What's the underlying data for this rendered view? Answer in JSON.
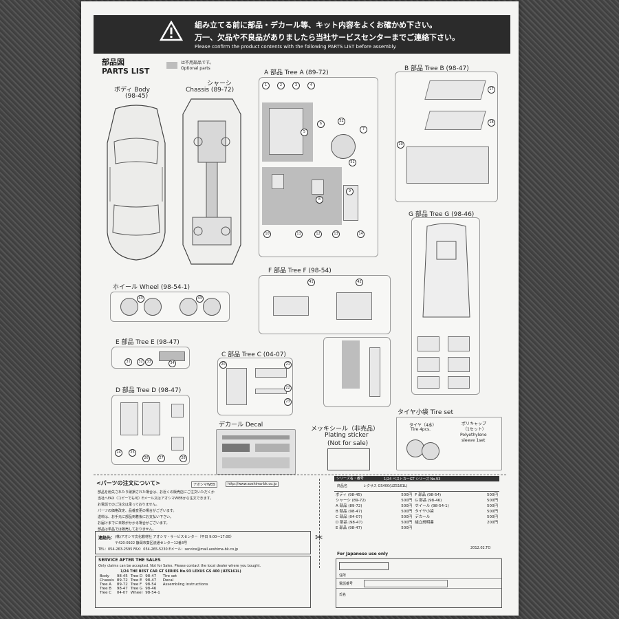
{
  "banner": {
    "line1": "組み立てる前に部品・デカール等、キット内容をよくお確かめ下さい。",
    "line2": "万一、欠品や不良品がありましたら当社サービスセンターまでご連絡下さい。",
    "line3": "Please confirm the product contents with the following PARTS LIST before assembly."
  },
  "parts_list": {
    "jp": "部品図",
    "en": "PARTS LIST",
    "optional_jp": "は不用部品です。",
    "optional_en": "Optional parts"
  },
  "body": {
    "jp": "ボディ Body",
    "code": "(98-45)"
  },
  "chassis": {
    "jp": "シャーシ",
    "en": "Chassis (89-72)"
  },
  "tree_a": {
    "label": "A 部品 Tree A  (89-72)",
    "numbers": [
      "1",
      "2",
      "3",
      "4",
      "5",
      "6",
      "7",
      "8",
      "9",
      "10",
      "11",
      "12",
      "13",
      "14",
      "52",
      "51"
    ]
  },
  "tree_b": {
    "label": "B 部品 Tree B  (98-47)",
    "numbers": [
      "17",
      "18",
      "19"
    ]
  },
  "wheel": {
    "label": "ホイール Wheel  (98-54-1)",
    "numbers": [
      "43",
      "43"
    ]
  },
  "tree_f": {
    "label": "F 部品 Tree F  (98-54)",
    "numbers": [
      "41",
      "42"
    ]
  },
  "tree_g": {
    "label": "G 部品 Tree G  (98-46)"
  },
  "tree_e": {
    "label": "E 部品 Tree E  (98-47)",
    "numbers": [
      "31",
      "32",
      "33",
      "34"
    ]
  },
  "tree_c": {
    "label": "C 部品 Tree C  (04-07)",
    "numbers": [
      "20",
      "21",
      "22",
      "23"
    ]
  },
  "tree_d": {
    "label": "D 部品 Tree D  (98-47)",
    "numbers": [
      "24",
      "25",
      "26",
      "27",
      "28"
    ]
  },
  "decal": {
    "label": "デカール Decal"
  },
  "sticker": {
    "jp": "メッキシール（非売品）",
    "en": "Plating sticker",
    "note": "(Not for sale)"
  },
  "tire_set": {
    "label": "タイヤ小袋  Tire set",
    "tire_jp": "タイヤ（4本）",
    "tire_en": "Tire 4pcs.",
    "cap_jp": "ポリキャップ",
    "cap_jp2": "（1セット）",
    "cap_en": "Polyethylene",
    "cap_en2": "sleeve 1set"
  },
  "order": {
    "heading": "<パーツの注文について>",
    "web_label": "アオシマWEB",
    "web": "http://www.aoshima-bk.co.jp",
    "lines": [
      "部品を紛失されたり破損された場合は、お近くの販売店にご注文いただくか",
      "当社へFAX（コピーでも可）Eメール又はアオシマWEBから注文できます。",
      "お電話でのご注文は承っておりません。",
      "パーツの価格改定、品番変更の場合がございます。",
      "送料は、お手元に部品到着後にお支払い下さい。",
      "お届けまでに日数がかかる場合がございます。",
      "部品は単品では販売しておりません。"
    ],
    "contact_label": "連絡先：",
    "company": "(株)アオシマ文化教材社 アオシマ・サービスセンター（平日 9:00〜17:00）",
    "postal": "〒420-0922  静岡市葵区流通センター12番3号",
    "tel": "TEL：054-263-2595  FAX：054-265-5230  Eメール：service@mail.aoshima-bk.co.jp"
  },
  "service": {
    "heading": "SERVICE AFTER THE SALES",
    "note": "Only claims can be accepted. Not for Sales. Please contact the local dealer where you bought.",
    "title": "1/24 THE BEST CAR GT SERIES No.93 LEXUS GS 400 (UZS161L)",
    "rows": [
      [
        "Body",
        "98-45",
        "Tree D",
        "98-47",
        "Tire set"
      ],
      [
        "Chassis",
        "89-72",
        "Tree E",
        "98-47",
        "Decal"
      ],
      [
        "Tree A",
        "89-72",
        "Tree F",
        "98-54",
        "Assembling instructions"
      ],
      [
        "Tree B",
        "98-47",
        "Tree G",
        "98-46",
        ""
      ],
      [
        "Tree C",
        "04-07",
        "Wheel",
        "98-54-1",
        ""
      ]
    ]
  },
  "price": {
    "series_label": "シリーズ名・番号",
    "series_value": "1/24 ベストカーGT シリーズ No.93",
    "product_label": "商品名",
    "product_value": "レクサス GS400(UZS161L)",
    "left": [
      [
        "ボディ (98-45)",
        "500円"
      ],
      [
        "シャーシ (89-72)",
        "500円"
      ],
      [
        "A 部品 (89-72)",
        "500円"
      ],
      [
        "B 部品 (98-47)",
        "500円"
      ],
      [
        "C 部品 (04-07)",
        "500円"
      ],
      [
        "D 部品 (98-47)",
        "500円"
      ],
      [
        "E 部品 (98-47)",
        "500円"
      ]
    ],
    "right": [
      [
        "F 部品 (98-54)",
        "500円"
      ],
      [
        "G 部品 (98-46)",
        "500円"
      ],
      [
        "ホイール (98-54-1)",
        "500円"
      ],
      [
        "タイヤ小袋",
        "500円"
      ],
      [
        "デカール",
        "500円"
      ],
      [
        "組立説明書",
        "200円"
      ],
      [
        "",
        ""
      ]
    ]
  },
  "japanese_use": {
    "label": "For Japanese use only",
    "date": "2012.02.TO",
    "address_label": "住所",
    "phone_label": "電話番号",
    "name_label": "氏名"
  }
}
